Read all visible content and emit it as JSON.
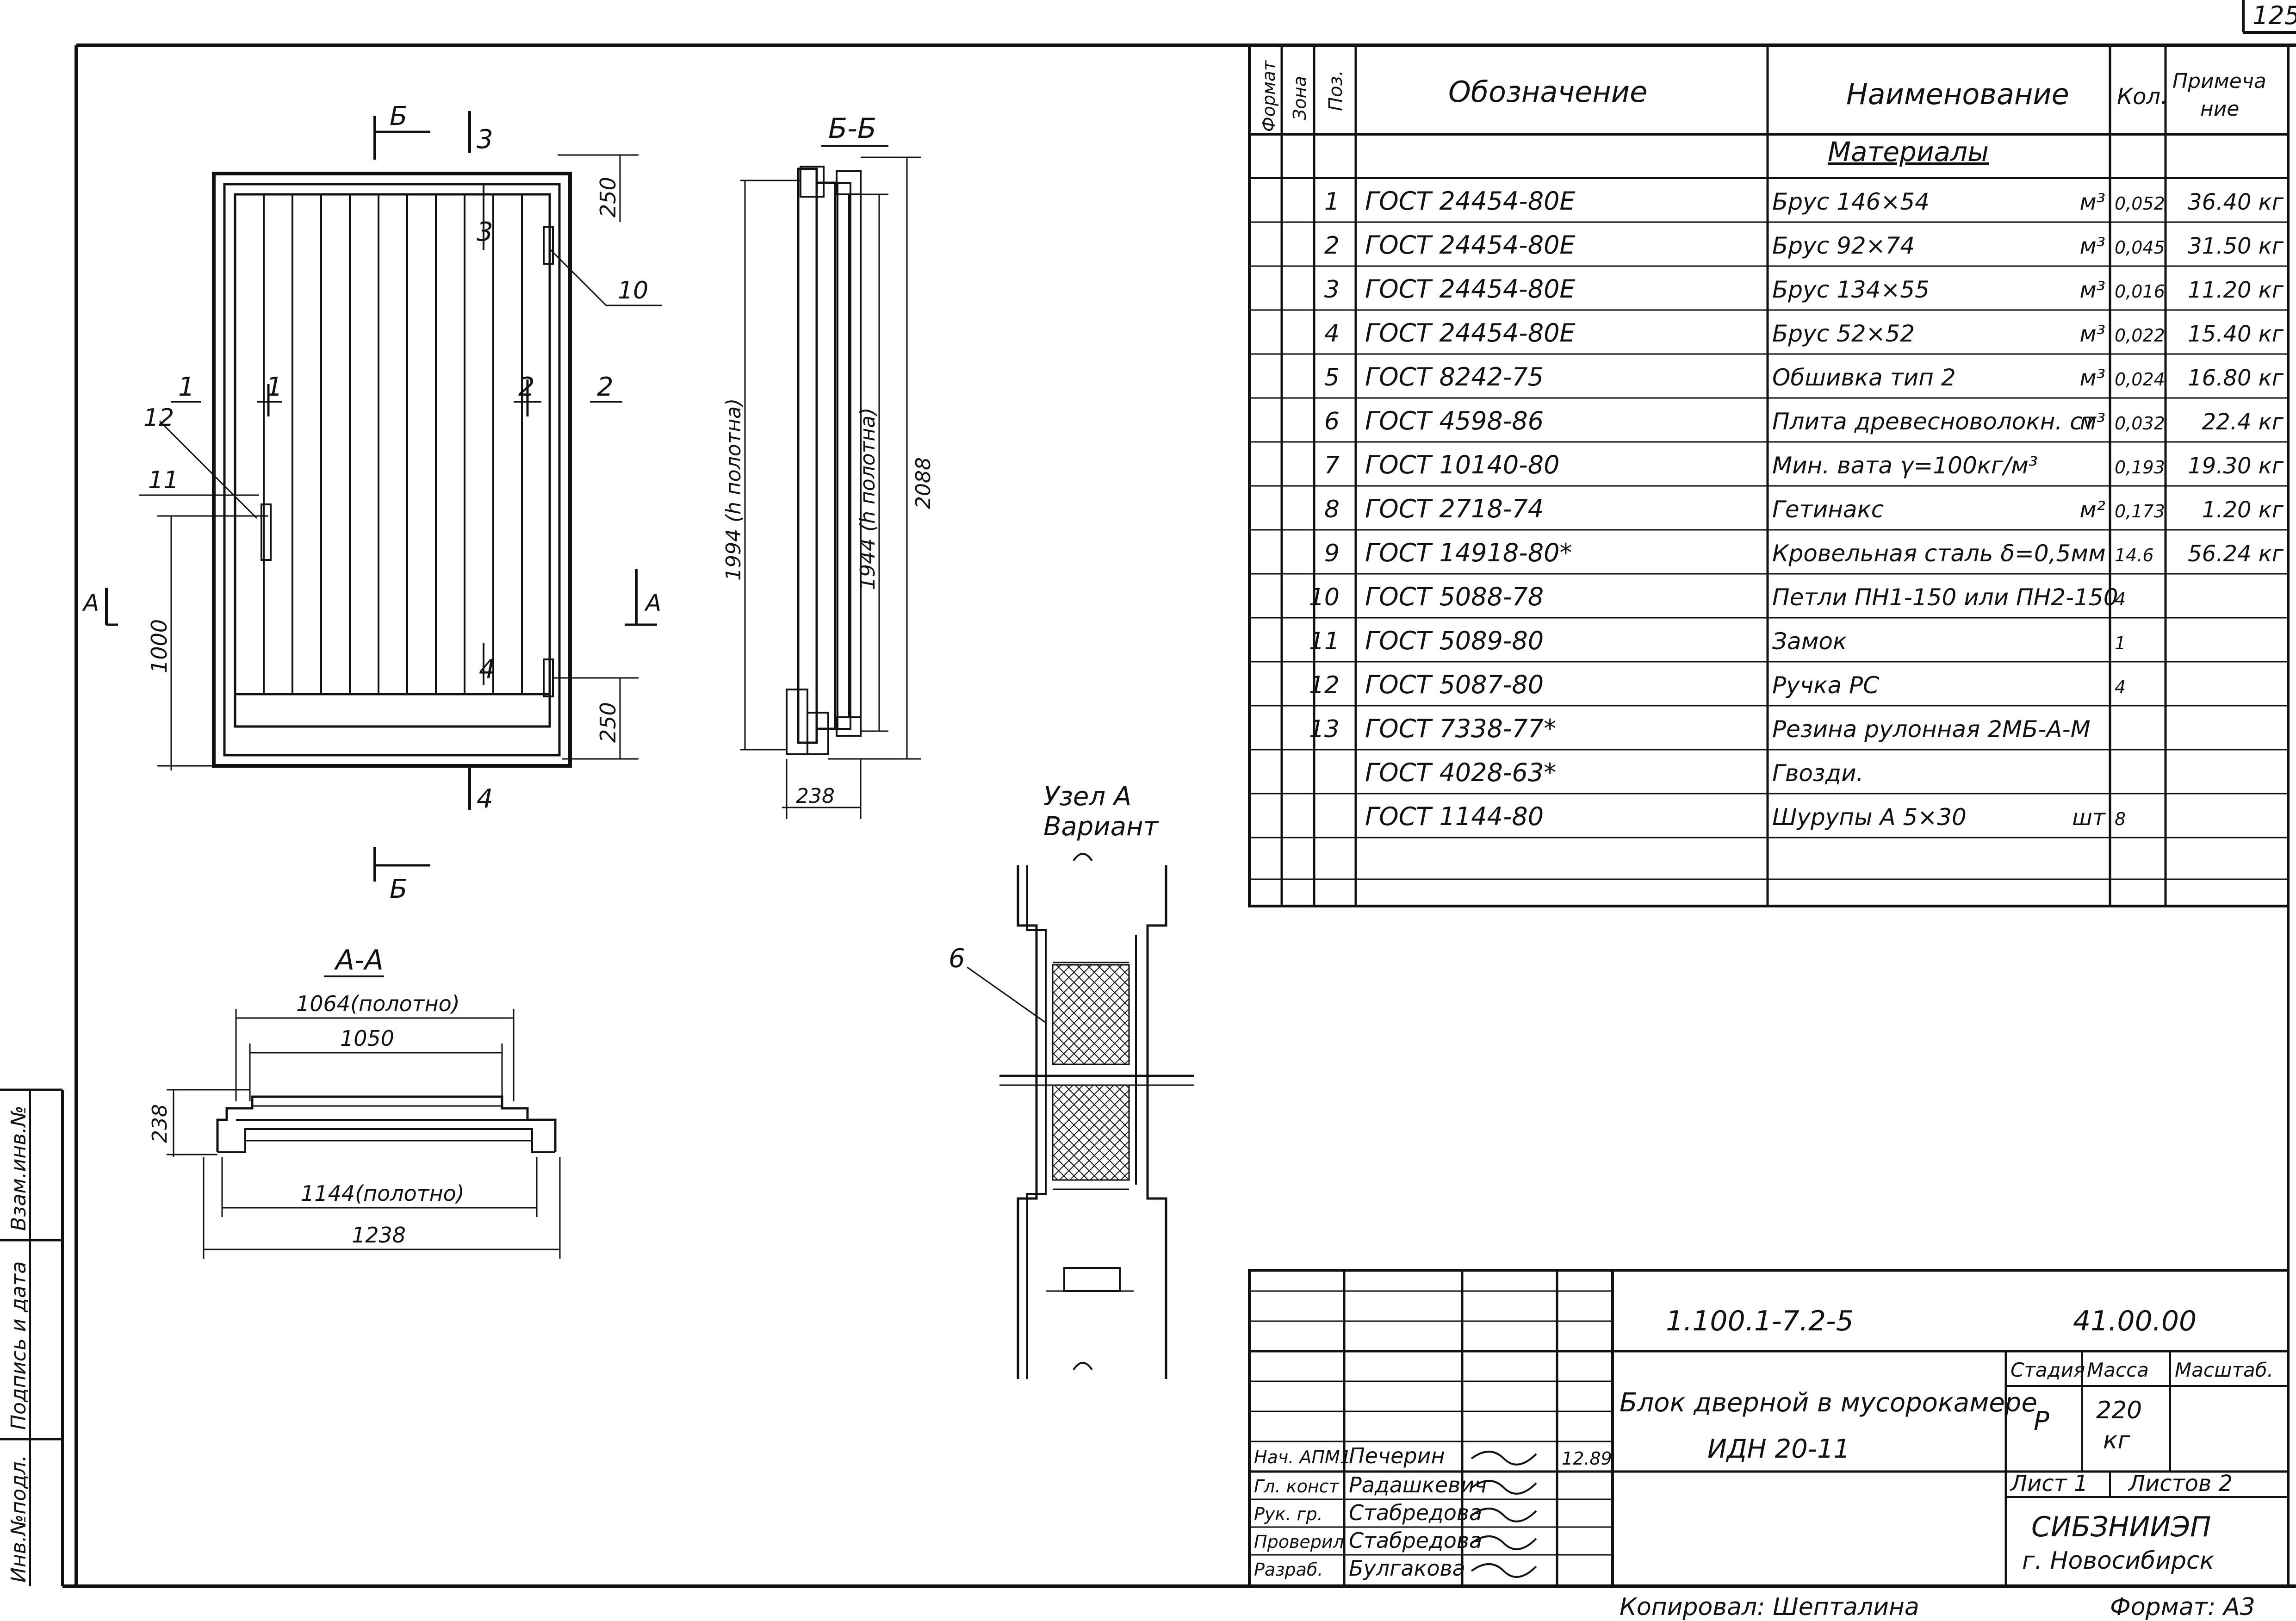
{
  "page_number": "125",
  "spec_table": {
    "headers": {
      "format": "Формат",
      "zone": "Зона",
      "pos": "Поз.",
      "designation": "Обозначение",
      "name": "Наименование",
      "qty": "Кол.",
      "note": "Примечание"
    },
    "section_title": "Материалы",
    "rows": [
      {
        "pos": "1",
        "designation": "ГОСТ 24454-80Е",
        "name": "Брус 146×54",
        "unit": "м³",
        "qty": "0,052",
        "note": "36.40 кг"
      },
      {
        "pos": "2",
        "designation": "ГОСТ 24454-80Е",
        "name": "Брус 92×74",
        "unit": "м³",
        "qty": "0,045",
        "note": "31.50 кг"
      },
      {
        "pos": "3",
        "designation": "ГОСТ 24454-80Е",
        "name": "Брус 134×55",
        "unit": "м³",
        "qty": "0,016",
        "note": "11.20 кг"
      },
      {
        "pos": "4",
        "designation": "ГОСТ 24454-80Е",
        "name": "Брус 52×52",
        "unit": "м³",
        "qty": "0,022",
        "note": "15.40 кг"
      },
      {
        "pos": "5",
        "designation": "ГОСТ 8242-75",
        "name": "Обшивка тип 2",
        "unit": "м³",
        "qty": "0,024",
        "note": "16.80 кг"
      },
      {
        "pos": "6",
        "designation": "ГОСТ 4598-86",
        "name": "Плита древесноволокн. ст",
        "unit": "м³",
        "qty": "0,032",
        "note": "22.4 кг"
      },
      {
        "pos": "7",
        "designation": "ГОСТ 10140-80",
        "name": "Мин. вата γ=100кг/м³",
        "unit": "",
        "qty": "0,193",
        "note": "19.30 кг"
      },
      {
        "pos": "8",
        "designation": "ГОСТ 2718-74",
        "name": "Гетинакс",
        "unit": "м²",
        "qty": "0,173",
        "note": "1.20 кг"
      },
      {
        "pos": "9",
        "designation": "ГОСТ 14918-80*",
        "name": "Кровельная сталь δ=0,5мм",
        "unit": "",
        "qty": "14.6",
        "note": "56.24 кг"
      },
      {
        "pos": "10",
        "designation": "ГОСТ 5088-78",
        "name": "Петли ПН1-150 или ПН2-150",
        "unit": "",
        "qty": "4",
        "note": ""
      },
      {
        "pos": "11",
        "designation": "ГОСТ 5089-80",
        "name": "Замок",
        "unit": "",
        "qty": "1",
        "note": ""
      },
      {
        "pos": "12",
        "designation": "ГОСТ 5087-80",
        "name": "Ручка РС",
        "unit": "",
        "qty": "4",
        "note": ""
      },
      {
        "pos": "13",
        "designation": "ГОСТ 7338-77*",
        "name": "Резина рулонная 2МБ-А-М",
        "unit": "",
        "qty": "",
        "note": ""
      },
      {
        "pos": "",
        "designation": "ГОСТ 4028-63*",
        "name": "Гвозди.",
        "unit": "",
        "qty": "",
        "note": ""
      },
      {
        "pos": "",
        "designation": "ГОСТ 1144-80",
        "name": "Шурупы А 5×30",
        "unit": "шт",
        "qty": "8",
        "note": ""
      }
    ]
  },
  "drawing": {
    "section_bb_label": "Б-Б",
    "section_aa_label": "А-А",
    "section_b_mark": "Б",
    "section_a_mark": "А",
    "cut_marks": [
      "1",
      "2",
      "3",
      "4"
    ],
    "node_title_line1": "Узел А",
    "node_title_line2": "Вариант",
    "callouts": [
      "10",
      "11",
      "12",
      "6"
    ],
    "dims": {
      "top_250": "250",
      "bottom_250": "250",
      "height_1000": "1000",
      "bb_1994": "1994 (h полотна)",
      "bb_1944": "1944 (h полотна)",
      "bb_2088": "2088",
      "bb_238": "238",
      "aa_1064": "1064(полотно)",
      "aa_1050": "1050",
      "aa_238": "238",
      "aa_1144": "1144(полотно)",
      "aa_1238": "1238"
    }
  },
  "title_block": {
    "code": "1.100.1-7.2-5",
    "doc_number": "41.00.00",
    "title_line1": "Блок дверной в мусорокамере",
    "title_line2": "ИДН 20-11",
    "stage_label": "Стадия",
    "mass_label": "Масса",
    "scale_label": "Масштаб.",
    "stage": "Р",
    "mass": "220",
    "mass_unit": "кг",
    "sheet_label": "Лист 1",
    "sheets_label": "Листов 2",
    "org_line1": "СИБЗНИИЭП",
    "org_line2": "г. Новосибирск",
    "date": "12.89",
    "signers": [
      {
        "role": "Нач. АПМ1",
        "name": "Печерин"
      },
      {
        "role": "Гл. конст",
        "name": "Радашкевич"
      },
      {
        "role": "Рук. гр.",
        "name": "Стабредова"
      },
      {
        "role": "Проверил",
        "name": "Стабредова"
      },
      {
        "role": "Разраб.",
        "name": "Булгакова"
      }
    ]
  },
  "footer": {
    "copied_by": "Копировал: Шепталина",
    "format": "Формат: А3"
  },
  "side_stamp": {
    "inv_replace": "Взам.инв.№",
    "sign_date": "Подпись и дата",
    "inv_orig": "Инв.№подл."
  }
}
